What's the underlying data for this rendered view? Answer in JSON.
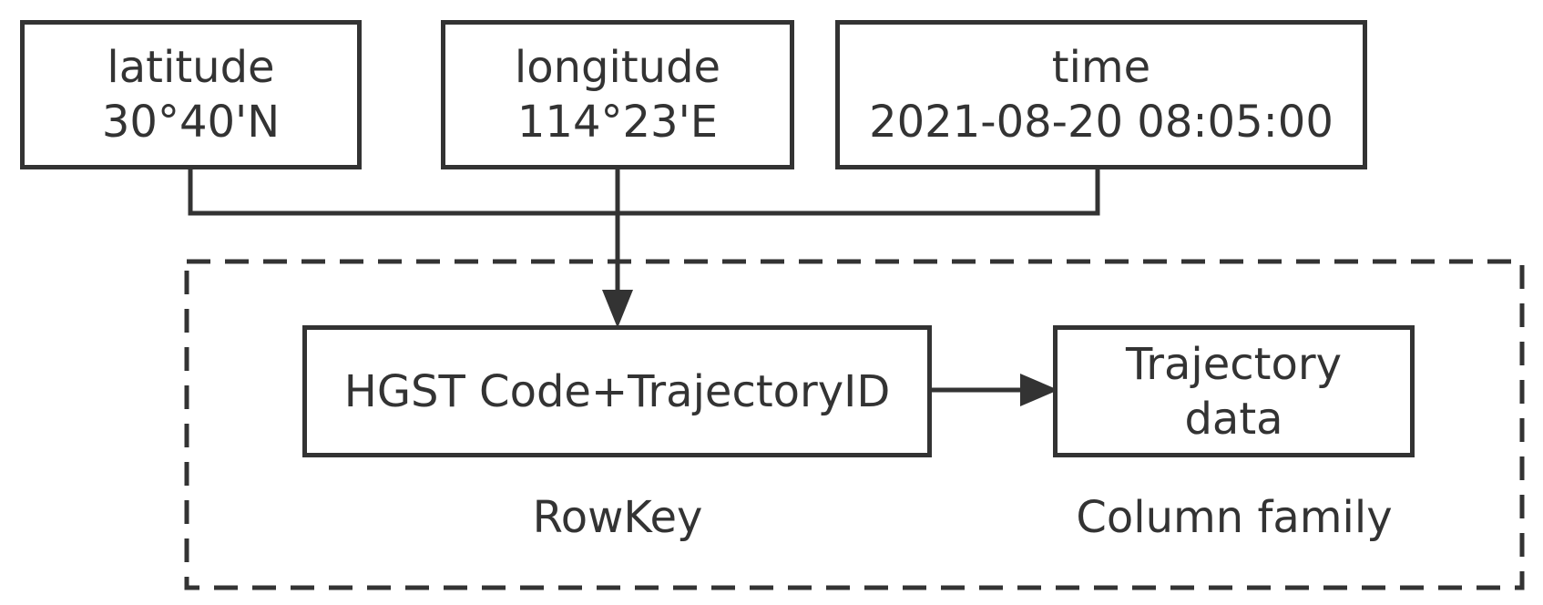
{
  "inputs": {
    "latitude": {
      "label": "latitude",
      "value": "30°40'N"
    },
    "longitude": {
      "label": "longitude",
      "value": "114°23'E"
    },
    "time": {
      "label": "time",
      "value": "2021-08-20 08:05:00"
    }
  },
  "rowkey": {
    "box_text": "HGST Code+TrajectoryID",
    "caption": "RowKey"
  },
  "column_family": {
    "box_line1": "Trajectory",
    "box_line2": "data",
    "caption": "Column family"
  },
  "colors": {
    "stroke": "#333333",
    "background": "#ffffff"
  }
}
